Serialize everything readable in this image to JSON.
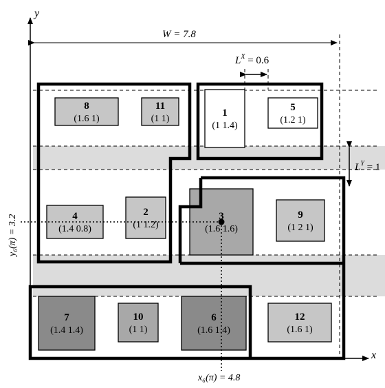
{
  "axes": {
    "x_label": "x",
    "y_label": "y"
  },
  "dimensions": {
    "width_label": "W = 7.8",
    "lx_label": "L",
    "lx_sup": "X",
    "lx_value": " = 0.6",
    "ly_label": "L",
    "ly_sup": "Y",
    "ly_value": " = 1"
  },
  "center_point": {
    "x_label": "x₆(π) = 4.8",
    "y_label": "y₆(π) = 3.2"
  },
  "modules": [
    {
      "id": "8",
      "dims": "(1.6   1)",
      "shade": "#c6c6c6"
    },
    {
      "id": "11",
      "dims": "(1   1)",
      "shade": "#c6c6c6"
    },
    {
      "id": "1",
      "dims": "(1   1.4)",
      "shade": "#ffffff"
    },
    {
      "id": "5",
      "dims": "(1.2   1)",
      "shade": "#ffffff"
    },
    {
      "id": "4",
      "dims": "(1.4   0.8)",
      "shade": "#c6c6c6"
    },
    {
      "id": "2",
      "dims": "(1   1.2)",
      "shade": "#c6c6c6"
    },
    {
      "id": "3",
      "dims": "(1.6   1.6)",
      "shade": "#a8a8a8"
    },
    {
      "id": "9",
      "dims": "(1 2   1)",
      "shade": "#c6c6c6"
    },
    {
      "id": "7",
      "dims": "(1.4   1.4)",
      "shade": "#8a8a8a"
    },
    {
      "id": "10",
      "dims": "(1   1)",
      "shade": "#a8a8a8"
    },
    {
      "id": "6",
      "dims": "(1.6   1.4)",
      "shade": "#8a8a8a"
    },
    {
      "id": "12",
      "dims": "(1.6   1)",
      "shade": "#c6c6c6"
    }
  ]
}
